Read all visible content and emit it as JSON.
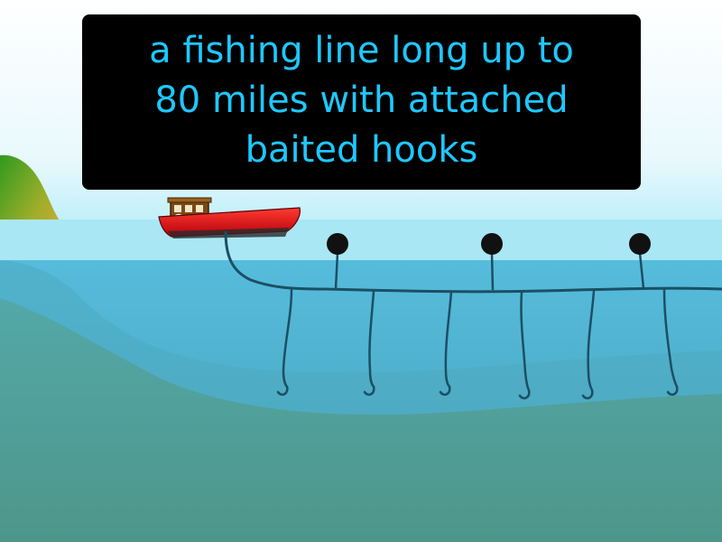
{
  "caption": {
    "lines": [
      "a fishing line long up to",
      "80 miles with attached",
      "baited hooks"
    ]
  },
  "colors": {
    "sky_top": "#ffffff",
    "sky_bottom": "#a8e9f7",
    "water_surface": "#54b8d8",
    "water_mid": "#4fa7c4",
    "water_deep": "#4f9a8e",
    "line": "#1c4f63",
    "boat_hull": "#e0161e",
    "caption_text": "#1ec8ff",
    "caption_bg": "#000000"
  },
  "scene": {
    "floats": 3,
    "hooks": 6,
    "icons": [
      "boat-icon",
      "float-icon",
      "hook-icon",
      "island-icon"
    ]
  }
}
